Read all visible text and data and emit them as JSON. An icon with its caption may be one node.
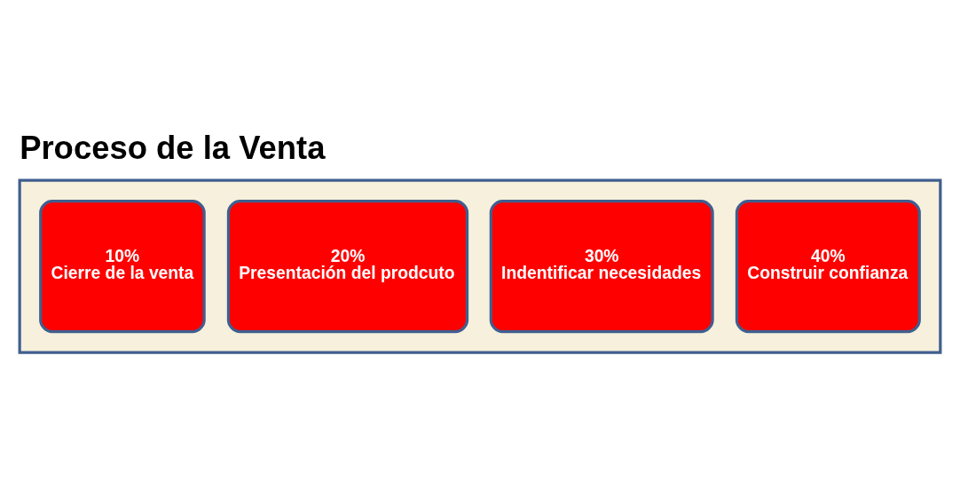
{
  "diagram": {
    "title": "Proceso de la Venta",
    "nodes": [
      {
        "text": [],
        "shape": "arrow"
      },
      {
        "text": [
          "40%",
          "Construir confianza"
        ],
        "in": 0
      },
      {
        "text": [
          "30%",
          "Indentificar necesidades"
        ],
        "in": 0
      },
      {
        "text": [
          "20%",
          "Presentación del prodcuto"
        ],
        "in": 0
      },
      {
        "text": [
          "10%",
          "Cierre de la venta"
        ],
        "in": 0
      }
    ]
  }
}
